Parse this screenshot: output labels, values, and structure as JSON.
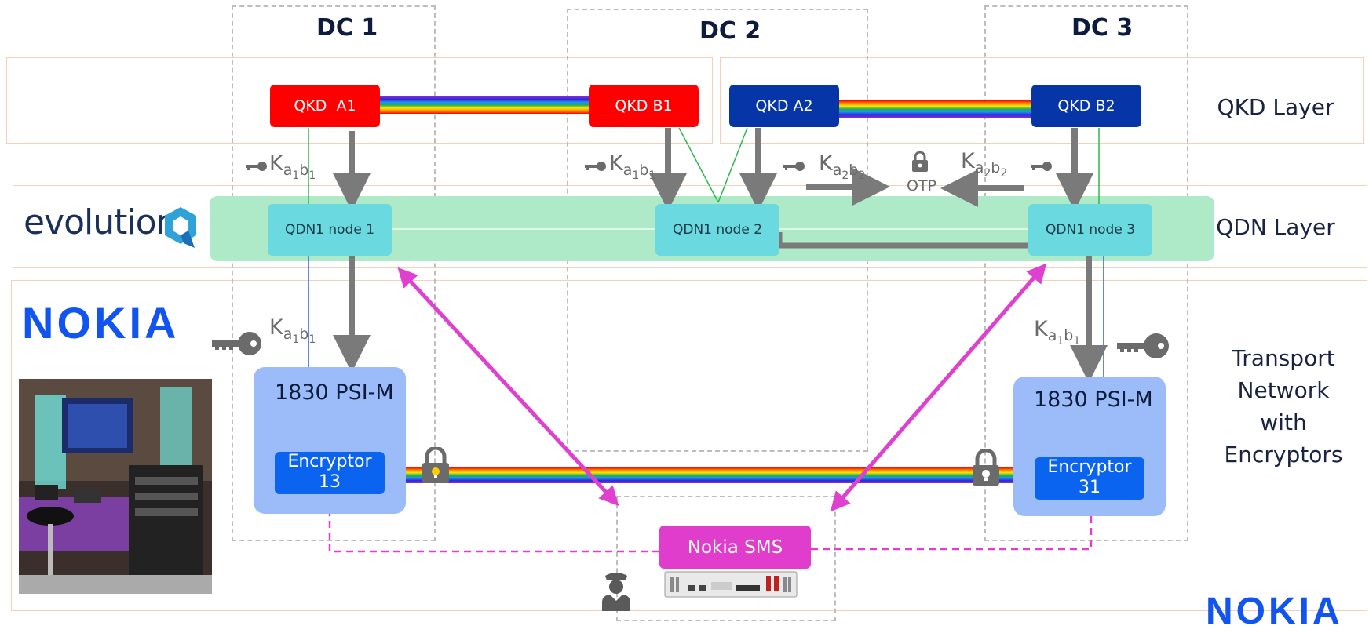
{
  "datacenters": [
    {
      "title": "DC 1"
    },
    {
      "title": "DC 2"
    },
    {
      "title": "DC 3"
    }
  ],
  "layers": {
    "qkd": "QKD Layer",
    "qdn": "QDN Layer",
    "transport": [
      "Transport",
      "Network",
      "with",
      "Encryptors"
    ]
  },
  "qkd_devices": {
    "a1": "QKD  A1",
    "b1": "QKD B1",
    "a2": "QKD A2",
    "b2": "QKD B2"
  },
  "qdn_nodes": {
    "n1": "QDN1 node 1",
    "n2": "QDN1 node 2",
    "n3": "QDN1 node 3"
  },
  "keys": {
    "k_base": "K",
    "k1_sub1": "a",
    "k1_sub1n": "1",
    "k1_sub2": "b",
    "k1_sub2n": "1",
    "k2_sub1": "a",
    "k2_sub1n": "2",
    "k2_sub2": "b",
    "k2_sub2n": "2"
  },
  "otp_label": "OTP",
  "psi": {
    "left_title": "1830 PSI-M",
    "right_title": "1830 PSI-M",
    "enc_left_line1": "Encryptor",
    "enc_left_line2": "13",
    "enc_right_line1": "Encryptor",
    "enc_right_line2": "31"
  },
  "sms_label": "Nokia SMS",
  "logos": {
    "evolution": "evolution",
    "nokia": "NOKIA"
  },
  "colors": {
    "qkd_red": "#ff0000",
    "qkd_blue": "#0535a6",
    "qdn_band": "#aeeac7",
    "qdn_node": "#6ad9e0",
    "psi_box": "#9bbcf8",
    "encryptor": "#0a64f0",
    "sms": "#e03dcc",
    "magenta_arrow": "#e040d0",
    "gray_arrow": "#7a7a7a"
  },
  "icons": [
    "key-icon",
    "lock-icon",
    "padlock-bulb-icon",
    "officer-icon",
    "sms-appliance-icon",
    "photo-booth"
  ]
}
